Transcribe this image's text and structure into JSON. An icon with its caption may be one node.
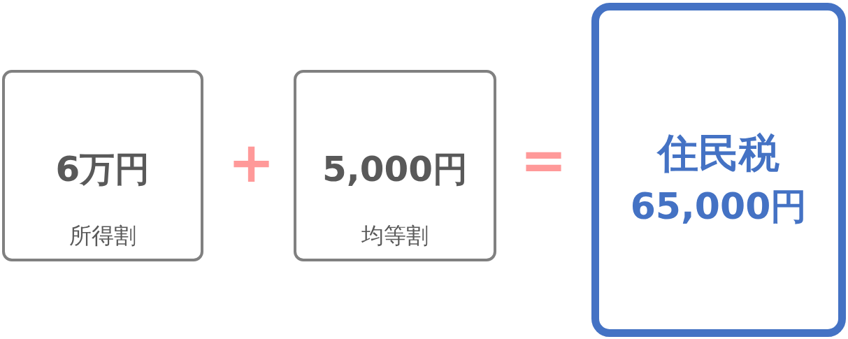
{
  "diagram": {
    "nodes": [
      {
        "text": [
          "6万円",
          "所得割"
        ]
      },
      {
        "text": [
          "5,000円",
          "均等割"
        ]
      },
      {
        "text": [
          "住民税",
          "65,000円"
        ]
      }
    ],
    "labels": [
      "+",
      "="
    ]
  }
}
